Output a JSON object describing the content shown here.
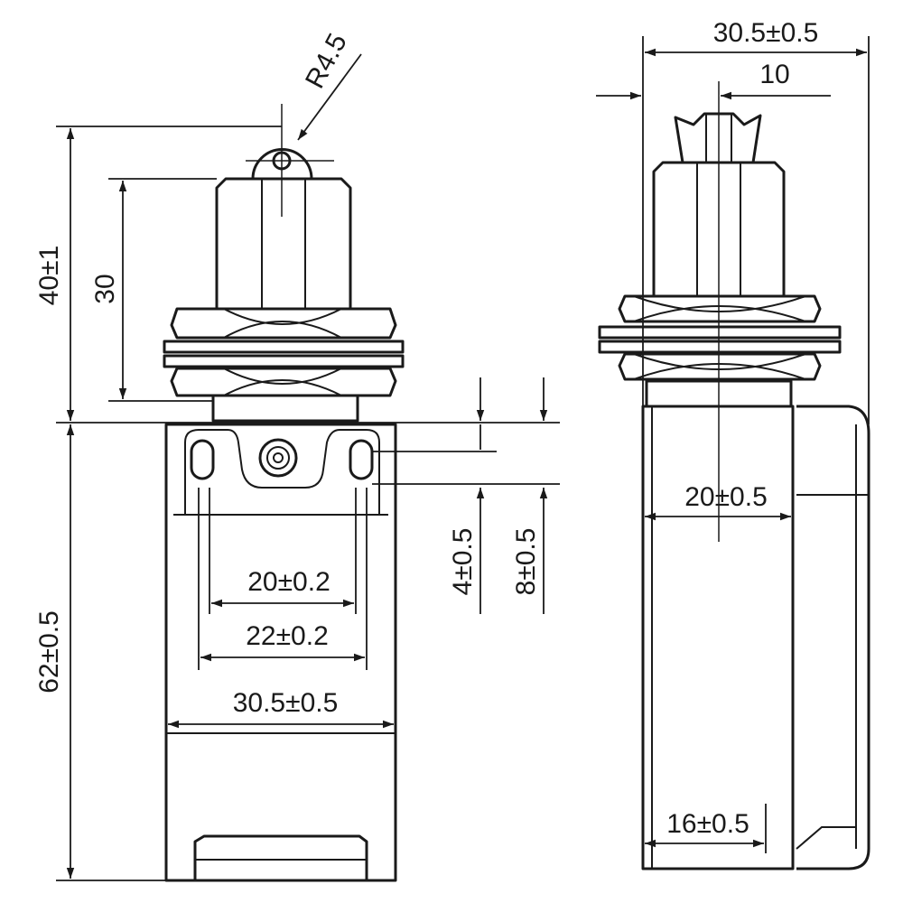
{
  "diagram": {
    "front_view": {
      "dim_overall_top": "40±1",
      "dim_plunger": "30",
      "dim_roller_radius": "R4.5",
      "dim_body_height": "62±0.5",
      "dim_hole_offset_1": "4±0.5",
      "dim_hole_offset_2": "8±0.5",
      "dim_hole_spacing_inner": "20±0.2",
      "dim_hole_spacing_outer": "22±0.2",
      "dim_body_width": "30.5±0.5"
    },
    "side_view": {
      "dim_overall_width": "30.5±0.5",
      "dim_plunger_offset": "10",
      "dim_body_depth": "20±0.5",
      "dim_bottom_depth": "16±0.5"
    }
  }
}
